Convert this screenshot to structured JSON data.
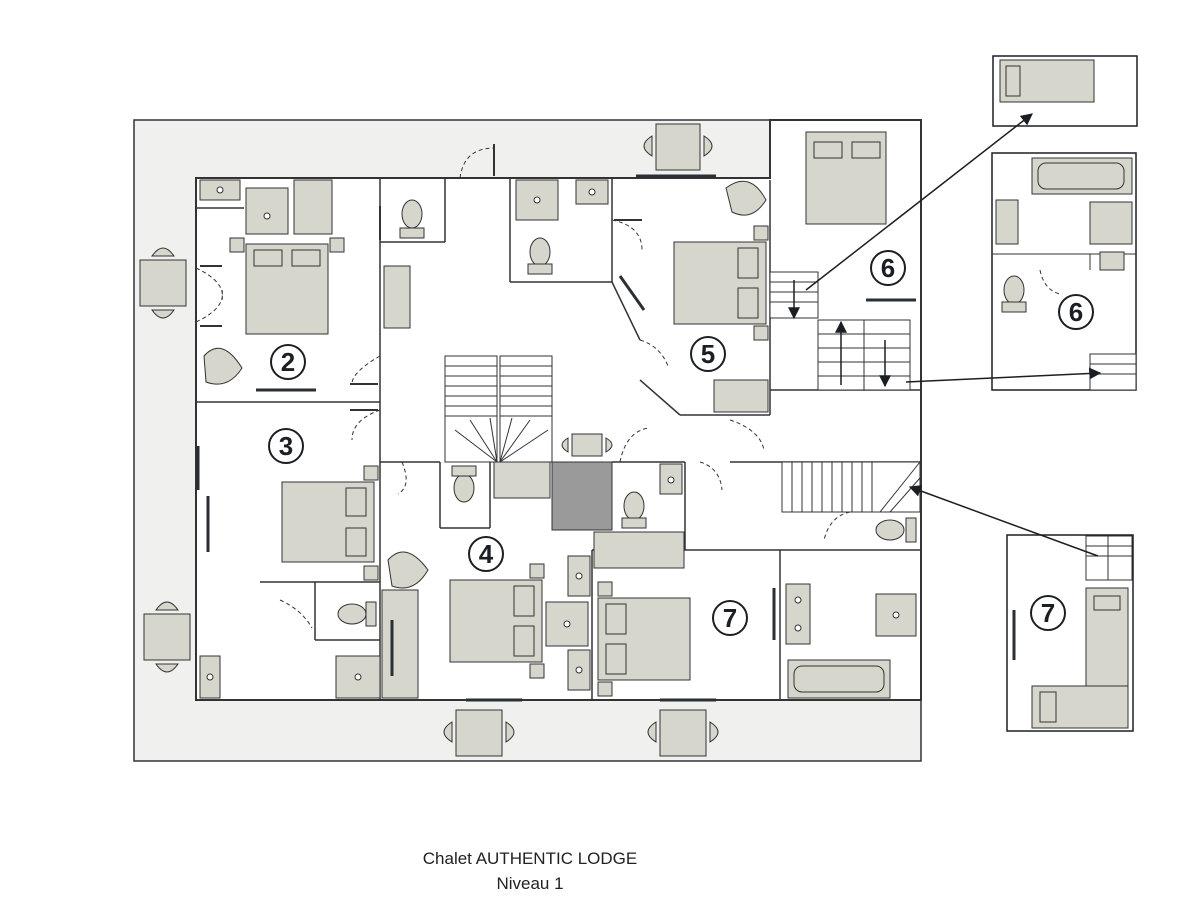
{
  "caption": {
    "title": "Chalet AUTHENTIC LODGE",
    "subtitle": "Niveau 1"
  },
  "rooms": {
    "r2": "2",
    "r3": "3",
    "r4": "4",
    "r5": "5",
    "r6": "6",
    "r6_detail": "6",
    "r7": "7",
    "r7_detail": "7"
  },
  "colors": {
    "wall": "#333333",
    "terrace": "#f0f0ee",
    "furniture": "#d6d6cc",
    "stair_core": "#9a9a9a",
    "floor": "#ffffff"
  }
}
